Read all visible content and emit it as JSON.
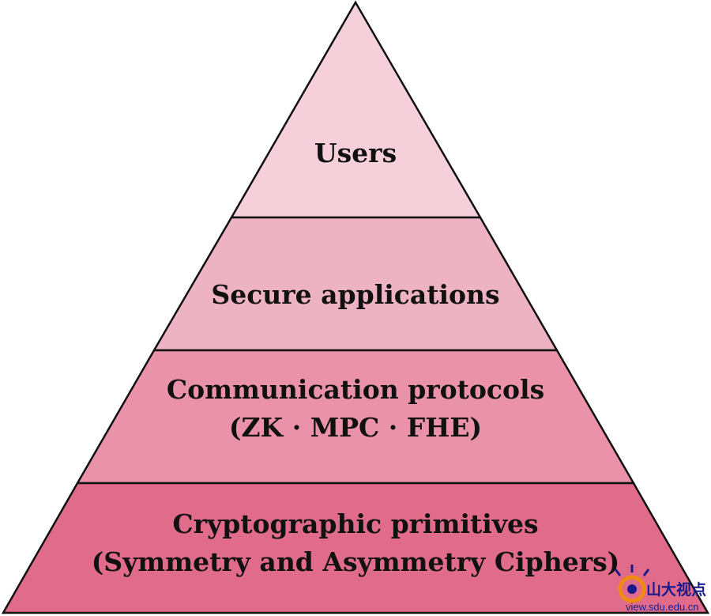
{
  "pyramid": {
    "tiers": [
      {
        "id": "users",
        "lines": [
          "Users"
        ],
        "color": "#f5d0da"
      },
      {
        "id": "secure-applications",
        "lines": [
          "Secure applications"
        ],
        "color": "#eeb3c3"
      },
      {
        "id": "communication-protocols",
        "lines": [
          "Communication protocols",
          "(ZK · MPC · FHE)"
        ],
        "color": "#e992a9"
      },
      {
        "id": "cryptographic-primitives",
        "lines": [
          "Cryptographic primitives",
          "(Symmetry and Asymmetry Ciphers)"
        ],
        "color": "#e06b8a"
      }
    ],
    "outline_color": "#111111"
  },
  "watermark": {
    "name": "山大视点",
    "url": "view.sdu.edu.cn",
    "logo_colors": {
      "primary": "#f08a10",
      "secondary": "#1a1a8c"
    }
  }
}
